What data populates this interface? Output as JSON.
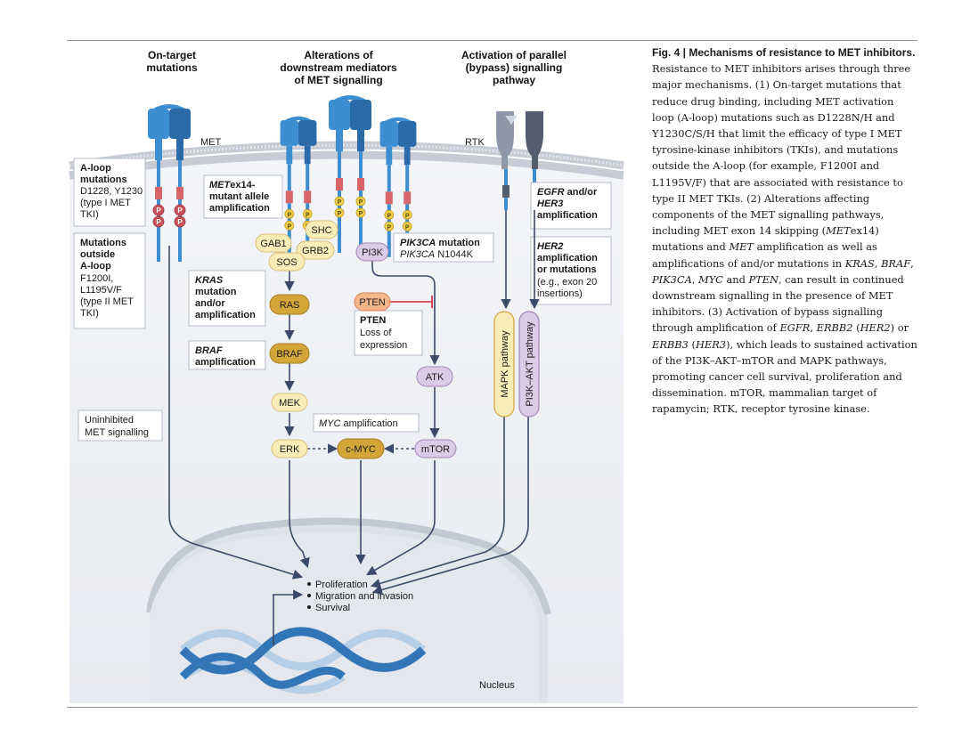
{
  "headers": {
    "on_target": [
      "On-target",
      "mutations"
    ],
    "downstream": [
      "Alterations of",
      "downstream mediators",
      "of MET signalling"
    ],
    "bypass": [
      "Activation of parallel",
      "(bypass) signalling",
      "pathway"
    ]
  },
  "receptor_labels": {
    "met": "MET",
    "rtk": "RTK"
  },
  "boxes": {
    "aloop": {
      "title": [
        "A-loop",
        "mutations"
      ],
      "body": [
        "D1228, Y1230",
        "(type I MET",
        "TKI)"
      ]
    },
    "outside": {
      "title": [
        "Mutations",
        "outside",
        "A-loop"
      ],
      "body": [
        "F1200I,",
        "L1195V/F",
        "(type II MET",
        "TKI)"
      ]
    },
    "metex14": {
      "italic": "MET",
      "rest": "ex14-",
      "lines": [
        "mutant allele",
        "amplification"
      ]
    },
    "kras": {
      "italic": "KRAS",
      "lines": [
        "mutation",
        "and/or",
        "amplification"
      ]
    },
    "braf": {
      "italic": "BRAF",
      "lines": [
        "amplification"
      ]
    },
    "pik3ca": {
      "title_italic": "PIK3CA",
      "title_rest": " mutation",
      "body_italic": "PIK3CA",
      "body_rest": " N1044K"
    },
    "pten": {
      "title": "PTEN",
      "lines": [
        "Loss of",
        "expression"
      ]
    },
    "egfr": {
      "italic1": "EGFR",
      "mid": " and/or",
      "italic2": "HER3",
      "line3": "amplification"
    },
    "her2": {
      "italic": "HER2",
      "lines": [
        "amplification",
        "or mutations"
      ],
      "body": [
        "(e.g., exon 20",
        "insertions)"
      ]
    },
    "myc": {
      "italic": "MYC",
      "rest": " amplification"
    },
    "uninhibited": [
      "Uninhibited",
      "MET signalling"
    ]
  },
  "nodes": {
    "gab1": "GAB1",
    "shc": "SHC",
    "grb2": "GRB2",
    "sos": "SOS",
    "pi3k": "PI3K",
    "ras": "RAS",
    "braf": "BRAF",
    "mek": "MEK",
    "erk": "ERK",
    "cmyc": "c-MYC",
    "mtor": "mTOR",
    "pten": "PTEN",
    "atk": "ATK",
    "mapk_pathway": "MAPK pathway",
    "pi3k_akt_pathway": "PI3K–AKT pathway"
  },
  "phospho": "P",
  "outcomes": [
    "Proliferation",
    "Migration and invasion",
    "Survival"
  ],
  "nucleus_label": "Nucleus",
  "caption": {
    "title": "Fig. 4 | Mechanisms of resistance to MET inhibitors.",
    "body": [
      {
        "t": " Resistance to MET inhibitors arises through three major mechanisms. (1) On-target mutations that reduce drug binding, including MET activation loop (A-loop) mutations such as D1228N/H and Y1230C/S/H that limit the efficacy of type I MET tyrosine-kinase inhibitors (TKIs), and mutations outside the A-loop (for example, F1200I and L1195V/F) that are associated with resistance to type II MET TKIs. (2) Alterations affecting components of the MET signalling pathways, including MET exon 14 skipping ("
      },
      {
        "i": "MET"
      },
      {
        "t": "ex14) mutations and "
      },
      {
        "i": "MET"
      },
      {
        "t": " amplification as well as amplifications of and/or mutations in "
      },
      {
        "i": "KRAS"
      },
      {
        "t": ", "
      },
      {
        "i": "BRAF"
      },
      {
        "t": ", "
      },
      {
        "i": "PIK3CA"
      },
      {
        "t": ", "
      },
      {
        "i": "MYC"
      },
      {
        "t": " and "
      },
      {
        "i": "PTEN"
      },
      {
        "t": ", can result in continued downstream signalling in the presence of MET inhibitors. (3) Activation of bypass signalling through amplification of "
      },
      {
        "i": "EGFR"
      },
      {
        "t": ", "
      },
      {
        "i": "ERBB2"
      },
      {
        "t": " ("
      },
      {
        "i": "HER2"
      },
      {
        "t": ") or "
      },
      {
        "i": "ERBB3"
      },
      {
        "t": " ("
      },
      {
        "i": "HER3"
      },
      {
        "t": "), which leads to sustained activation of the PI3K–AKT–mTOR and MAPK pathways, promoting cancer cell survival, proliferation and dissemination. mTOR, mammalian target of rapamycin; RTK, receptor tyrosine kinase."
      }
    ]
  },
  "colors": {
    "receptor_blue": "#3d8ed0",
    "receptor_dark": "#2a6aa8",
    "rtk_grey": "#8e97a8",
    "rtk_dark": "#545d70",
    "membrane_red": "#d9646a",
    "phospho_red": "#c9525a",
    "phospho_yellow": "#f2cf4a",
    "node_light": "#f8ecb8",
    "node_gold": "#d4a63a",
    "node_purple": "#dccbe7",
    "node_orange": "#f5b78a",
    "arrow": "#3c4a6a",
    "inhibit": "#d9475a",
    "cytoplasm": "#eef0f4",
    "nucleus": "#dfe3ea",
    "dna_dark": "#3276b8",
    "dna_light": "#b6cfe6"
  }
}
